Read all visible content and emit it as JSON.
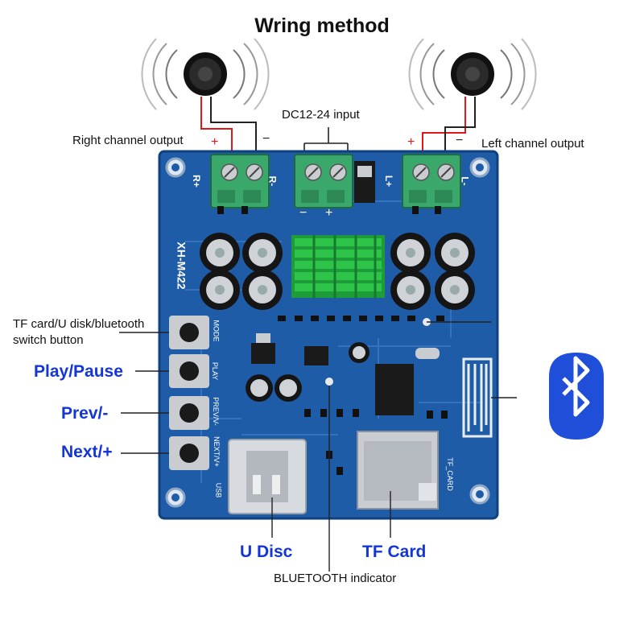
{
  "title": "Wring method",
  "labels": {
    "right_channel": "Right channel output",
    "left_channel": "Left channel output",
    "dc_input": "DC12-24 input",
    "mode_switch_line1": "TF card/U disk/bluetooth",
    "mode_switch_line2": "switch button",
    "bluetooth_indicator": "BLUETOOTH indicator"
  },
  "highlights": {
    "play_pause": "Play/Pause",
    "prev": "Prev/-",
    "next": "Next/+",
    "u_disc": "U Disc",
    "tf_card": "TF Card"
  },
  "polarity": {
    "plus": "+",
    "minus": "−"
  },
  "board": {
    "model": "XH-M422",
    "silkscreen": {
      "r_plus": "R+",
      "r_minus": "R-",
      "l_plus": "L+",
      "l_minus": "L-",
      "mode": "MODE",
      "play": "PLAY",
      "prev": "PREV/V-",
      "next": "NEXT/V+",
      "usb": "USB",
      "tf_card": "TF_CARD"
    }
  },
  "colors": {
    "board": "#1f5ca8",
    "accent_blue": "#1436d6",
    "wire_red": "#e01818",
    "terminal_green": "#3aa86b",
    "heatsink_green": "#2ec44a"
  }
}
